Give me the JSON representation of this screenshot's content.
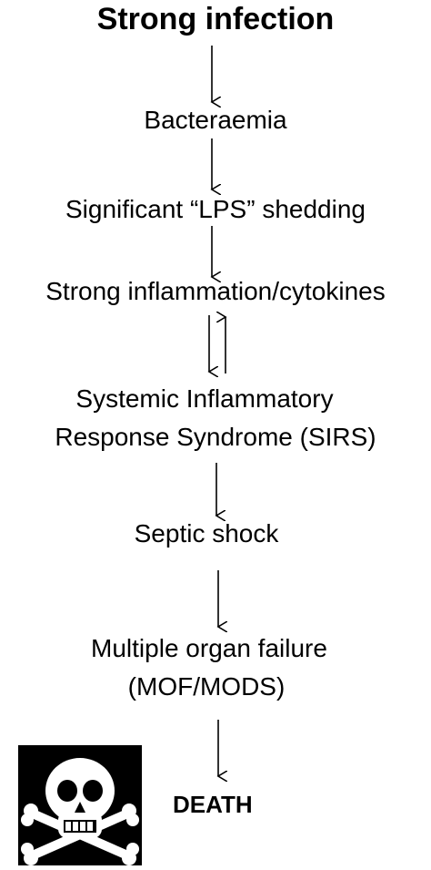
{
  "diagram": {
    "title": "Strong infection",
    "steps": {
      "bacteraemia": "Bacteraemia",
      "lps": "Significant “LPS” shedding",
      "inflammation": "Strong inflammation/cytokines",
      "sirs_line1": "Systemic  Inflammatory",
      "sirs_line2": "Response Syndrome (SIRS)",
      "septic_shock": "Septic shock",
      "mof_line1": "Multiple organ failure",
      "mof_line2": "(MOF/MODS)",
      "death": "DEATH"
    },
    "icon": "skull-and-crossbones-icon"
  },
  "colors": {
    "text": "#000000",
    "background": "#ffffff",
    "icon_background": "#000000",
    "icon_foreground": "#ffffff"
  }
}
